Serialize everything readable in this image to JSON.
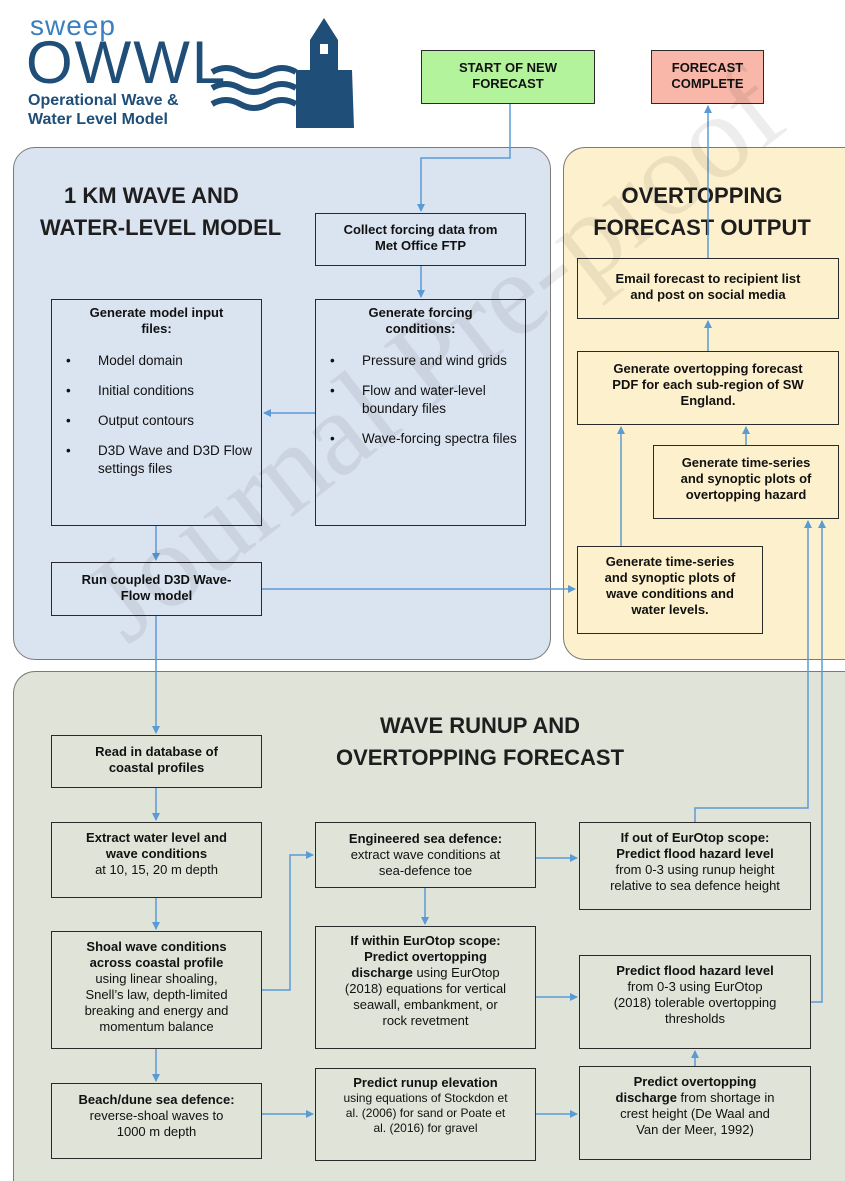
{
  "logo": {
    "sweep": "sweep",
    "owwl": "OWWL",
    "line1": "Operational Wave &",
    "line2": "Water Level Model"
  },
  "top_boxes": {
    "start": [
      "START OF NEW",
      "FORECAST"
    ],
    "complete": [
      "FORECAST",
      "COMPLETE"
    ]
  },
  "panels": {
    "wave_model": {
      "title_l1": "1 KM WAVE AND",
      "title_l2": "WATER-LEVEL MODEL"
    },
    "overtopping_output": {
      "title_l1": "OVERTOPPING",
      "title_l2": "FORECAST OUTPUT"
    },
    "runup": {
      "title_l1": "WAVE RUNUP AND",
      "title_l2": "OVERTOPPING FORECAST"
    }
  },
  "boxes": {
    "collect": [
      "Collect forcing data from",
      "Met Office FTP"
    ],
    "gen_input": {
      "title": [
        "Generate model input",
        "files:"
      ],
      "items": [
        "Model domain",
        "Initial conditions",
        "Output contours",
        "D3D Wave and D3D Flow settings files"
      ]
    },
    "gen_forcing": {
      "title": [
        "Generate forcing",
        "conditions:"
      ],
      "items": [
        "Pressure and wind grids",
        "Flow and water-level boundary files",
        "Wave-forcing spectra files"
      ]
    },
    "run_model": [
      "Run coupled D3D Wave-",
      "Flow model"
    ],
    "email": [
      "Email forecast to recipient list",
      "and post on social media"
    ],
    "gen_pdf": [
      "Generate overtopping forecast",
      "PDF for each sub-region of SW",
      "England."
    ],
    "ts_overtop": [
      "Generate time-series",
      "and synoptic plots of",
      "overtopping hazard"
    ],
    "ts_wave": [
      "Generate time-series",
      "and synoptic plots of",
      "wave conditions and",
      "water levels."
    ],
    "read_db": [
      "Read in database of",
      "coastal profiles"
    ],
    "extract": {
      "bold": [
        "Extract water level and",
        "wave conditions"
      ],
      "normal": "at 10, 15, 20 m depth"
    },
    "shoal": {
      "bold": [
        "Shoal wave conditions",
        "across coastal profile"
      ],
      "normal": [
        "using linear shoaling,",
        "Snell’s law, depth-limited",
        "breaking and energy and",
        "momentum balance"
      ]
    },
    "beach": {
      "bold": "Beach/dune sea defence:",
      "normal": [
        "reverse-shoal waves to",
        "1000  m depth"
      ]
    },
    "engineered": {
      "bold": "Engineered sea defence:",
      "normal": [
        "extract wave conditions at",
        "sea-defence toe"
      ]
    },
    "within": {
      "bold": [
        "If within EurOtop scope:",
        "Predict overtopping",
        "discharge"
      ],
      "normal_a": " using EurOtop",
      "normal": [
        "(2018)  equations for vertical",
        "seawall, embankment, or",
        "rock revetment"
      ]
    },
    "runup_elev": {
      "bold": "Predict runup elevation",
      "normal": [
        "using equations of Stockdon et",
        "al. (2006) for sand or Poate et",
        "al. (2016) for gravel"
      ]
    },
    "out_scope": {
      "bold": [
        "If out of EurOtop scope:",
        "Predict flood hazard level"
      ],
      "normal": [
        "from 0-3  using runup height",
        "relative to sea defence height"
      ]
    },
    "predict_flood": {
      "bold": "Predict flood hazard level",
      "normal": [
        "from 0-3  using EurOtop",
        "(2018)  tolerable overtopping",
        "thresholds"
      ]
    },
    "predict_overtop": {
      "bold": [
        "Predict overtopping",
        "discharge"
      ],
      "normal_a": " from shortage in",
      "normal": [
        "crest height (De Waal and",
        "Van der Meer, 1992)"
      ]
    }
  },
  "watermark": "Journal Pre-proof",
  "colors": {
    "blue_panel": "#dae3f0",
    "orange_panel": "#fdf0cc",
    "green_panel": "#dfe3d8",
    "start_box": "#b3f39c",
    "complete_box": "#f8b7a8",
    "arrow": "#5b9bd5",
    "logo": "#1f4e79"
  }
}
